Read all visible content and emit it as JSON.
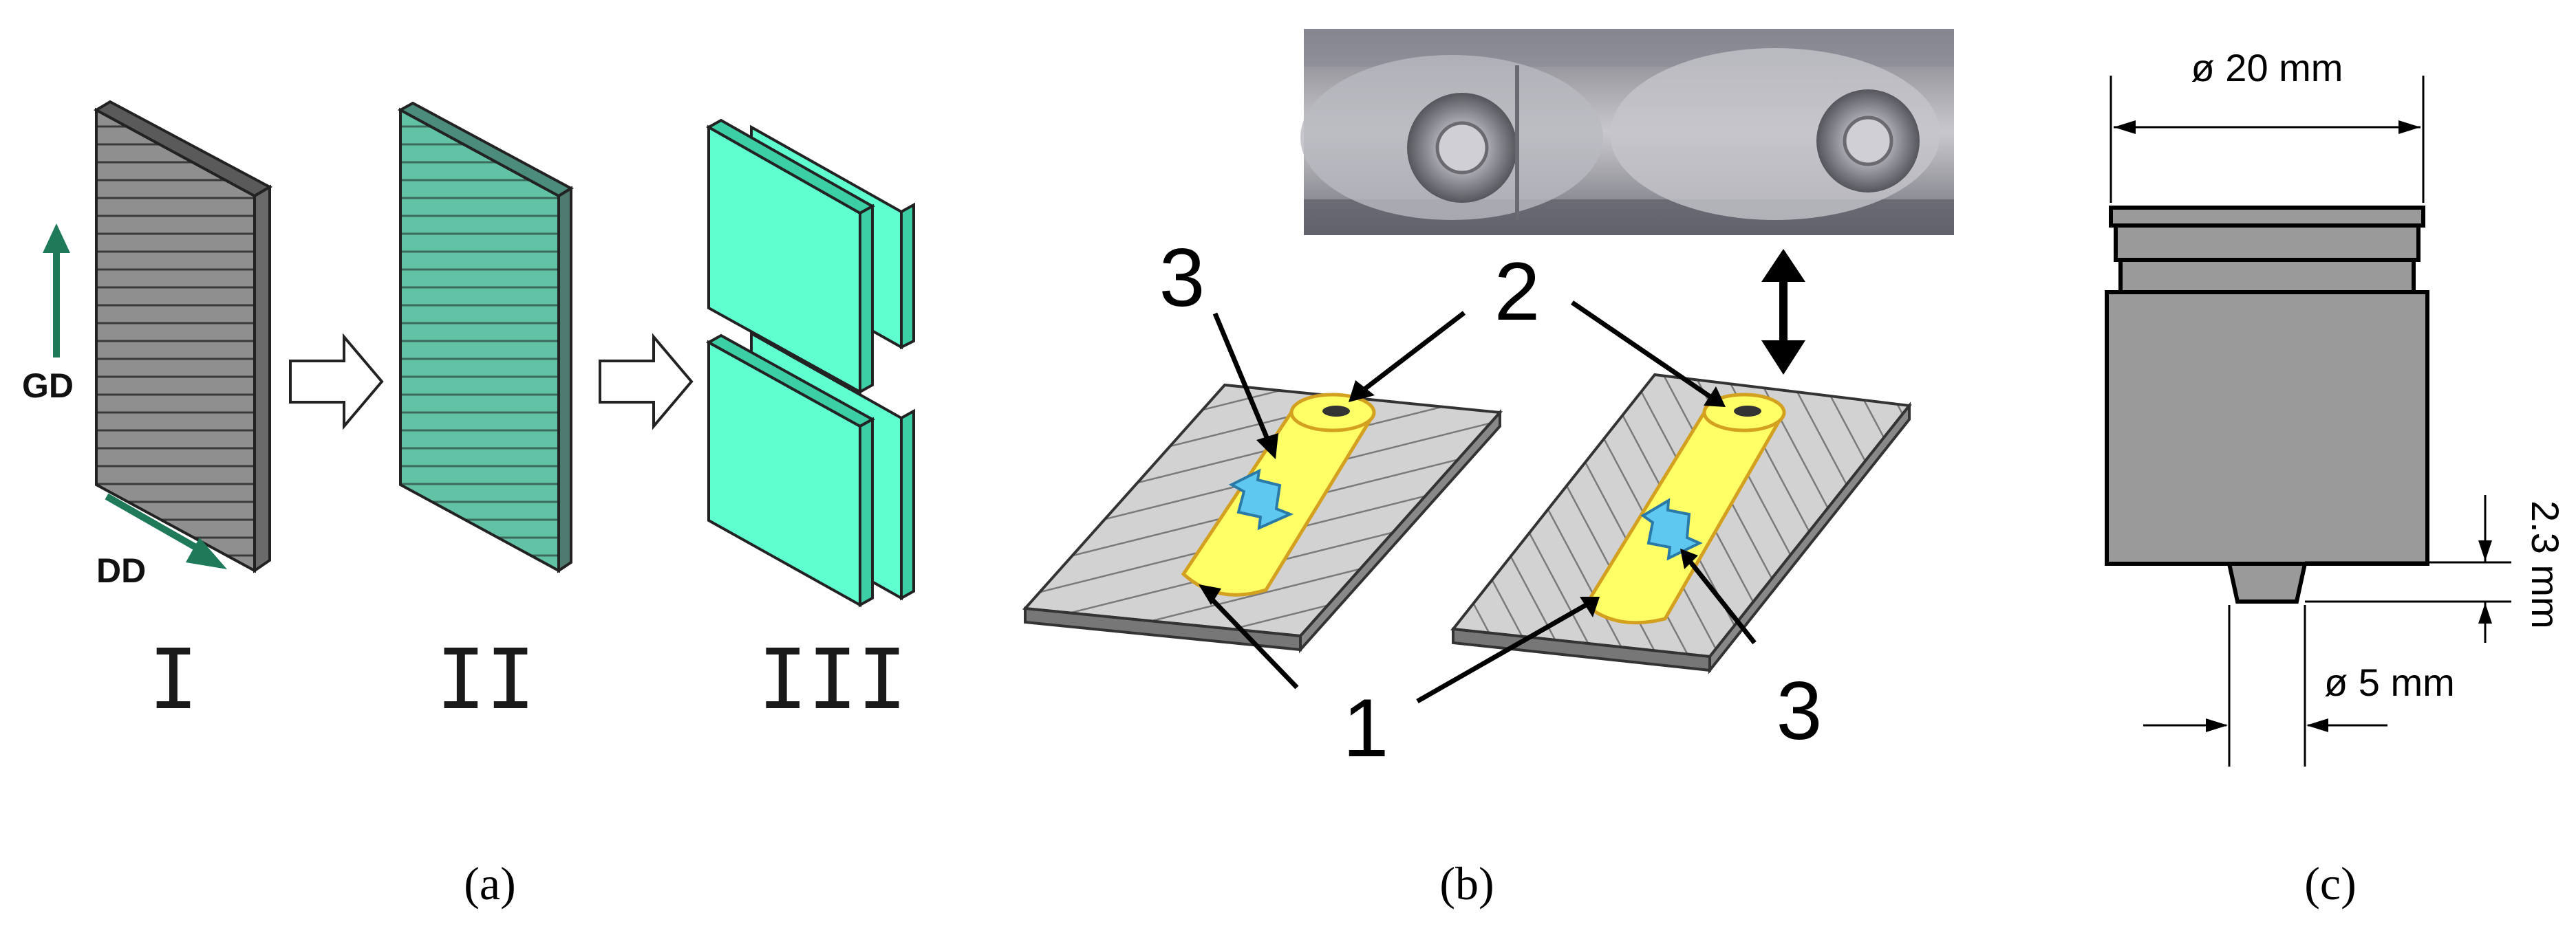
{
  "panel_a": {
    "stage_labels": [
      "I",
      "II",
      "III"
    ],
    "direction_labels": {
      "vertical": "GD",
      "horizontal": "DD"
    },
    "caption": "(a)"
  },
  "panel_b": {
    "callouts": {
      "sheet": "1",
      "photo_ref": "2",
      "specimen": "3"
    },
    "caption": "(b)"
  },
  "panel_c": {
    "dimensions": {
      "top_diameter": "ø 20 mm",
      "height": "2.3 mm",
      "tip_diameter": "ø 5 mm"
    },
    "caption": "(c)"
  },
  "colors": {
    "sheet_gray": "#8c8c8c",
    "sheet_teal": "#5fb8a0",
    "sheet_mint": "#5fffd0",
    "arrow_green": "#1f7a5a",
    "deposit_yellow": "#ffff66",
    "specimen_blue": "#5fc8f0",
    "tool_gray": "#9a9a9a"
  }
}
